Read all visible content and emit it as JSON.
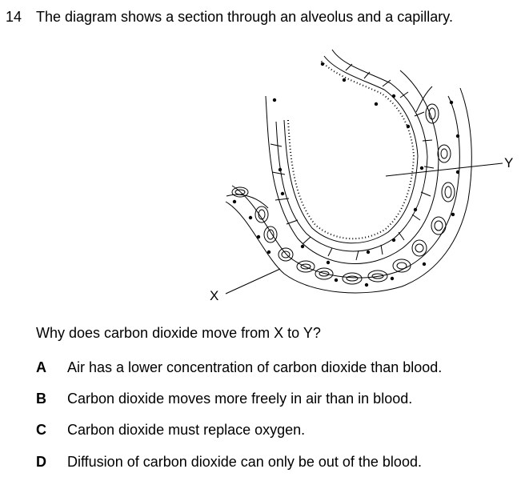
{
  "question": {
    "number": "14",
    "stem": "The diagram shows a section through an alveolus and a capillary.",
    "prompt": "Why does carbon dioxide move from X to Y?"
  },
  "diagram": {
    "label_x": "X",
    "label_y": "Y"
  },
  "options": [
    {
      "letter": "A",
      "text": "Air has a lower concentration of carbon dioxide than blood."
    },
    {
      "letter": "B",
      "text": "Carbon dioxide moves more freely in air than in blood."
    },
    {
      "letter": "C",
      "text": "Carbon dioxide must replace oxygen."
    },
    {
      "letter": "D",
      "text": "Diffusion of carbon dioxide can only be out of the blood."
    }
  ]
}
